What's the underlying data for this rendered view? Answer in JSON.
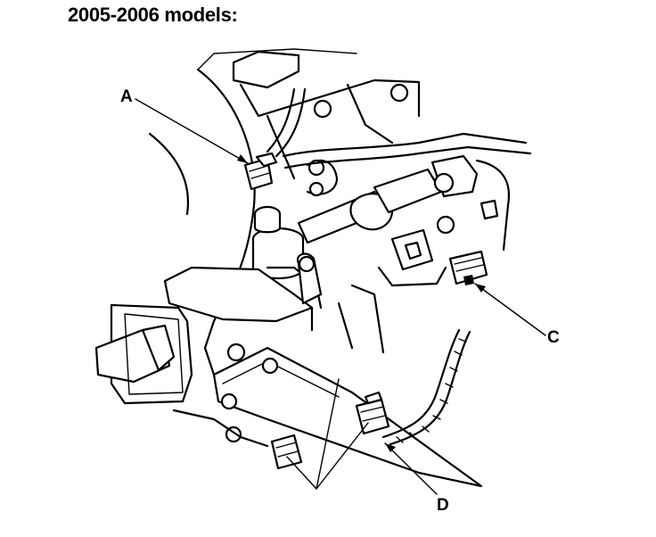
{
  "title": "2005-2006 models:",
  "callouts": {
    "a": "A",
    "c": "C",
    "d": "D"
  },
  "colors": {
    "ink": "#000000",
    "paper": "#ffffff"
  }
}
